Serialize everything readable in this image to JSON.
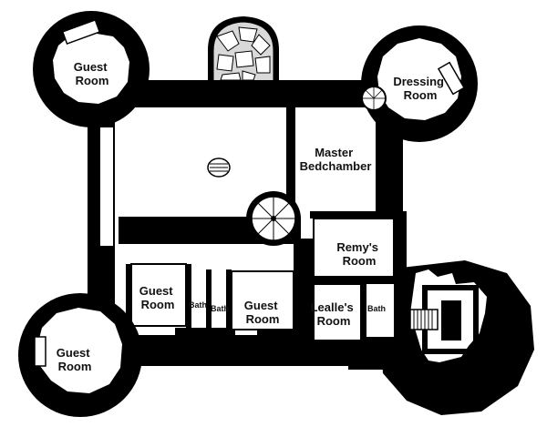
{
  "colors": {
    "wall": "#000000",
    "floor": "#ffffff",
    "window_glass": "#d9d9d9",
    "label": "#111111"
  },
  "icons": [
    "table-icon",
    "spiral-staircase-icon",
    "straight-staircase-icon",
    "stained-glass-window-icon"
  ],
  "rooms": {
    "guest_nw": [
      "Guest",
      "Room"
    ],
    "dressing": [
      "Dressing",
      "Room"
    ],
    "master": [
      "Master",
      "Bedchamber"
    ],
    "remys": [
      "Remy's",
      "Room"
    ],
    "guest_center_left": [
      "Guest",
      "Room"
    ],
    "bath_1": "Bath",
    "bath_2": "Bath",
    "guest_center_right": [
      "Guest",
      "Room"
    ],
    "lealles": [
      "Lealle's",
      "Room"
    ],
    "bath_3": "Bath",
    "guest_sw": [
      "Guest",
      "Room"
    ]
  }
}
